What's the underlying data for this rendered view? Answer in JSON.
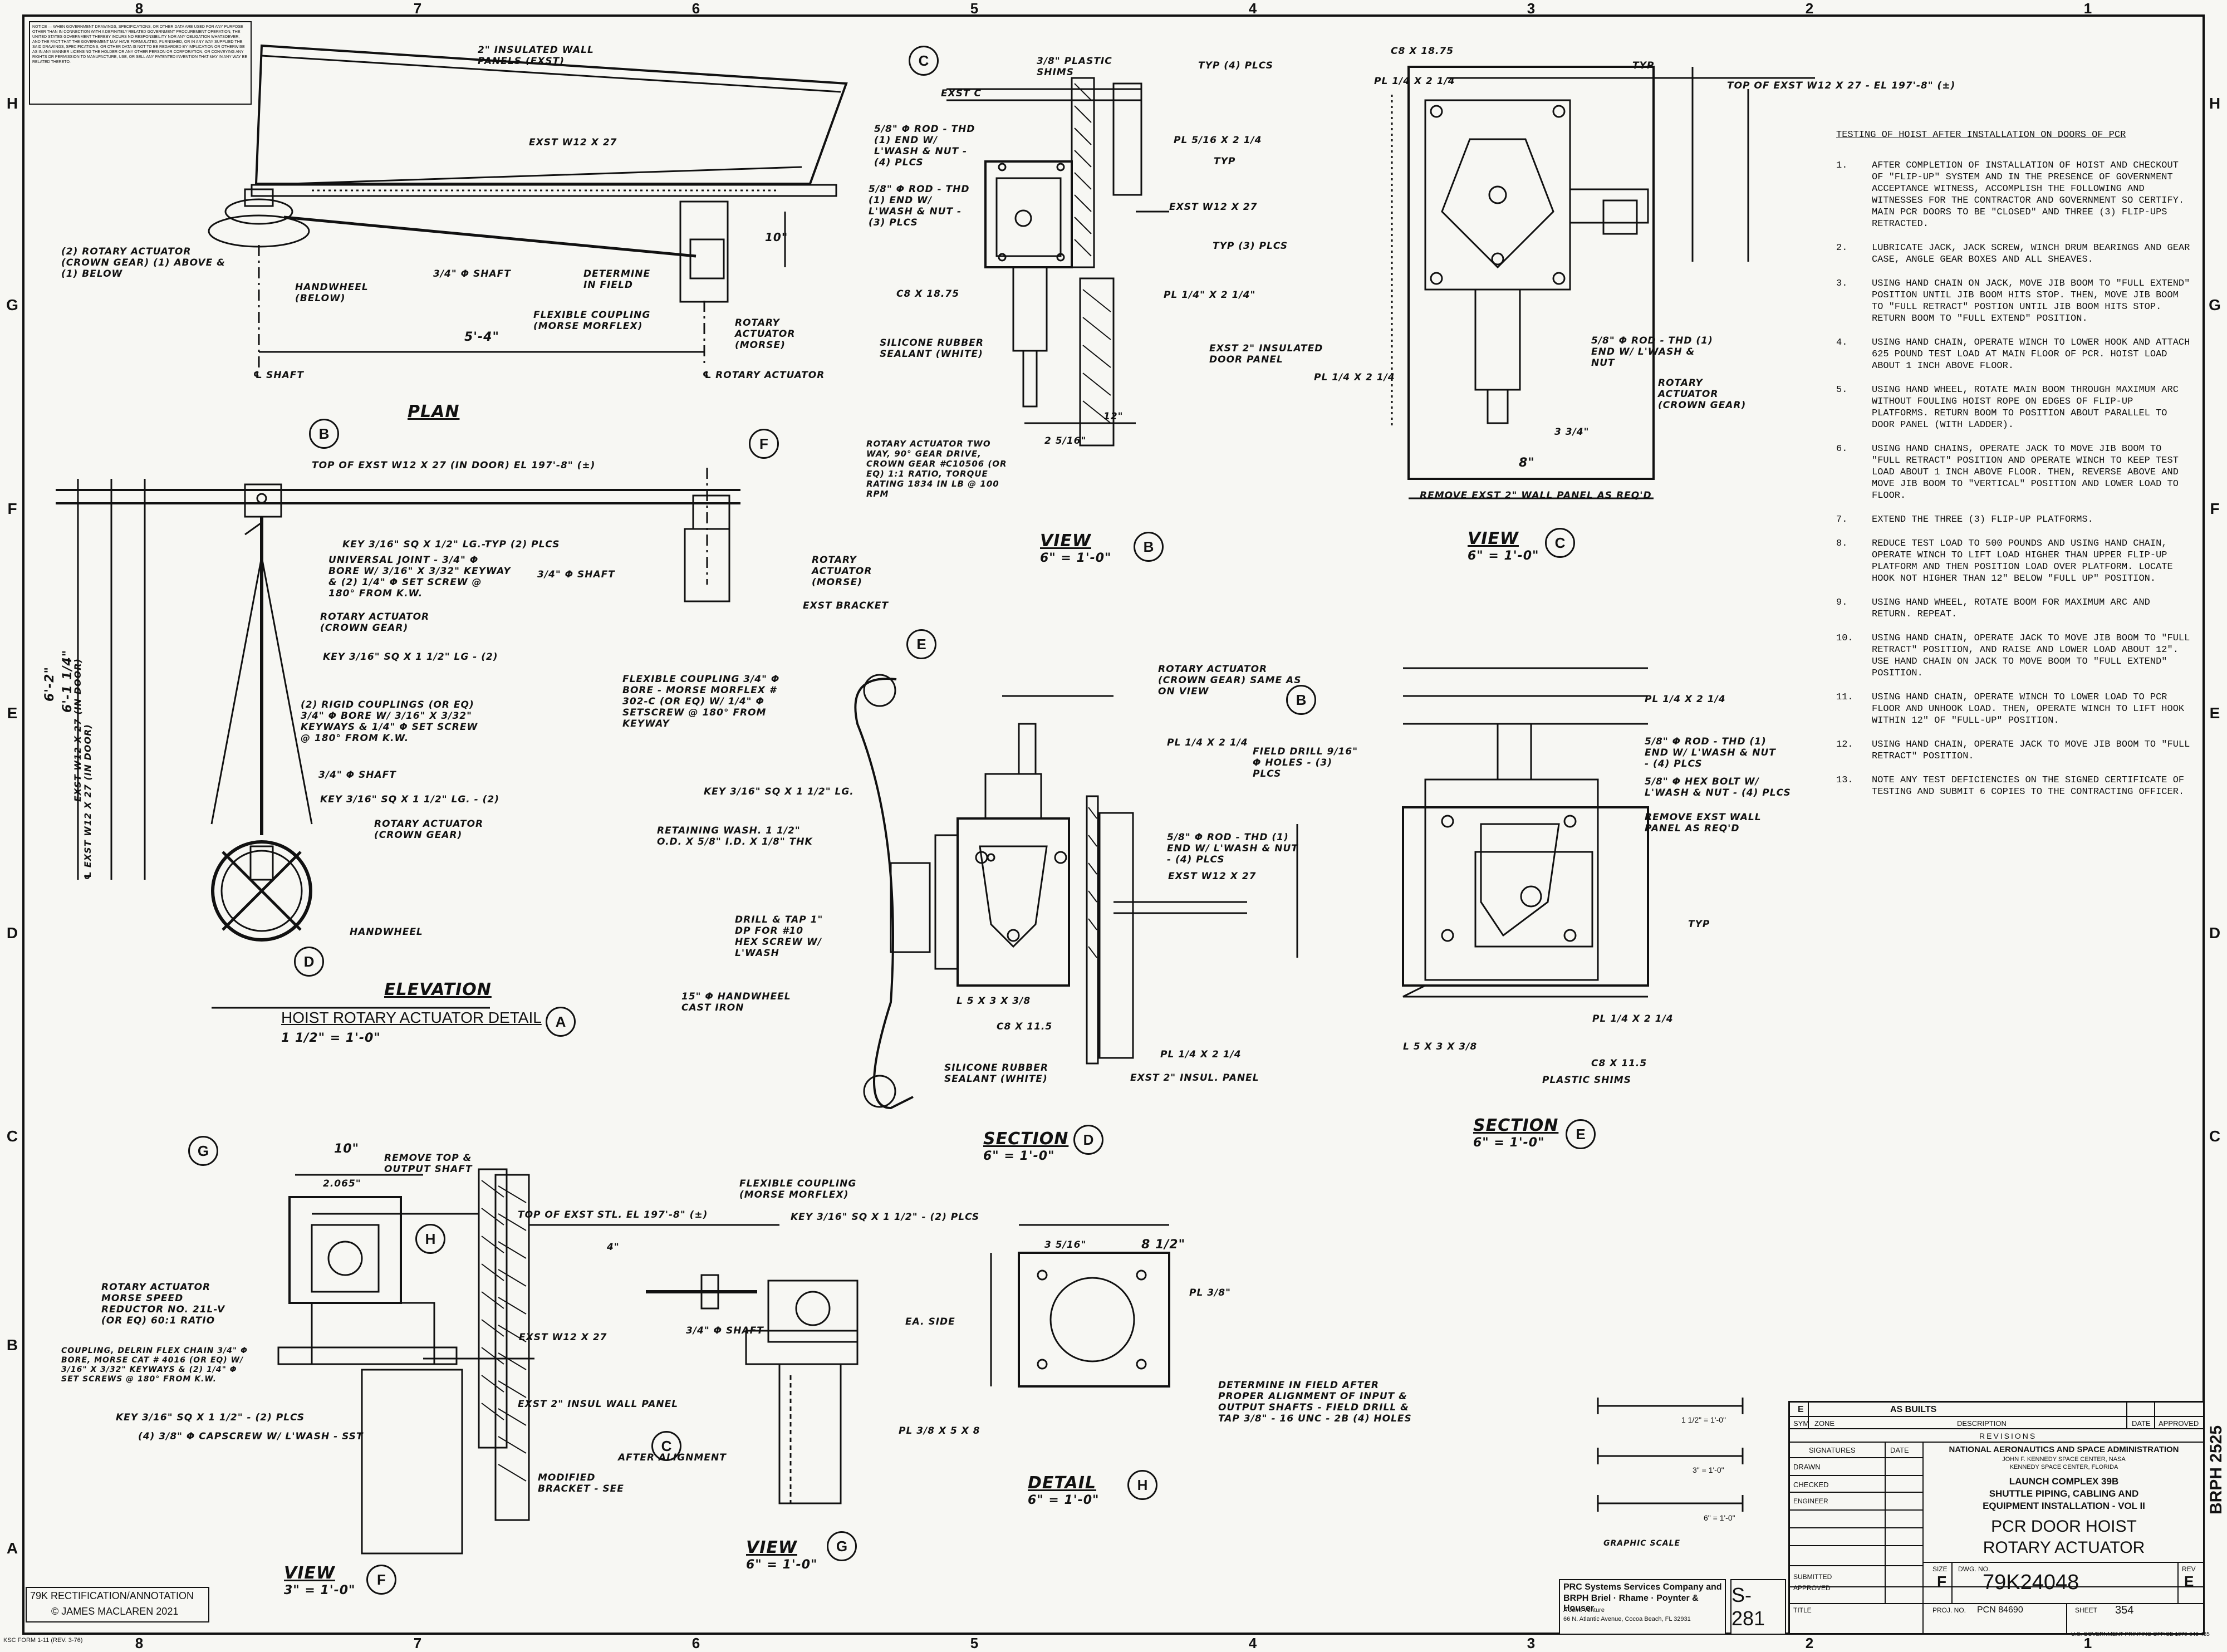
{
  "zones": {
    "columns": [
      "8",
      "7",
      "6",
      "5",
      "4",
      "3",
      "2",
      "1"
    ],
    "rows": [
      "H",
      "G",
      "F",
      "E",
      "D",
      "C",
      "B",
      "A"
    ]
  },
  "notice": "NOTICE — WHEN GOVERNMENT DRAWINGS, SPECIFICATIONS, OR OTHER DATA ARE USED FOR ANY PURPOSE OTHER THAN IN CONNECTION WITH A DEFINITELY RELATED GOVERNMENT PROCUREMENT OPERATION, THE UNITED STATES GOVERNMENT THEREBY INCURS NO RESPONSIBILITY NOR ANY OBLIGATION WHATSOEVER; AND THE FACT THAT THE GOVERNMENT MAY HAVE FORMULATED, FURNISHED, OR IN ANY WAY SUPPLIED THE SAID DRAWINGS, SPECIFICATIONS, OR OTHER DATA IS NOT TO BE REGARDED BY IMPLICATION OR OTHERWISE AS IN ANY MANNER LICENSING THE HOLDER OR ANY OTHER PERSON OR CORPORATION, OR CONVEYING ANY RIGHTS OR PERMISSION TO MANUFACTURE, USE, OR SELL ANY PATENTED INVENTION THAT MAY IN ANY WAY BE RELATED THERETO.",
  "labels": {
    "panels": "2\" INSULATED WALL PANELS (EXST)",
    "exst_w12": "EXST W12 x 27",
    "rotary_two": "(2) ROTARY ACTUATOR (CROWN GEAR) (1) ABOVE & (1) BELOW",
    "handwheel_below": "HANDWHEEL (BELOW)",
    "shaft": "3/4\" Φ SHAFT",
    "determine": "DETERMINE IN FIELD",
    "flex_morse": "FLEXIBLE COUPLING (MORSE MORFLEX)",
    "rotary_morse": "ROTARY ACTUATOR (MORSE)",
    "dim_54": "5'-4\"",
    "cl_shaft": "℄ SHAFT",
    "cl_rotary": "℄ ROTARY ACTUATOR",
    "dim_10": "10\"",
    "plan": "PLAN",
    "top_exst": "TOP OF EXST W12 x 27 (IN DOOR) EL 197'-8\" (±)",
    "key_typ": "KEY 3/16\" SQ x 1/2\" LG.-TYP (2) PLCS",
    "ujoint": "UNIVERSAL JOINT - 3/4\" Φ BORE W/ 3/16\" x 3/32\" KEYWAY & (2) 1/4\" Φ SET SCREW @ 180° FROM K.W.",
    "shaft2": "3/4\" Φ SHAFT",
    "rotary_crown": "ROTARY ACTUATOR (CROWN GEAR)",
    "key2": "KEY 3/16\" SQ x 1 1/2\" LG - (2)",
    "rigid": "(2) RIGID COUPLINGS (OR EQ) 3/4\" Φ BORE W/ 3/16\" x 3/32\" KEYWAYS & 1/4\" Φ SET SCREW @ 180° FROM K.W.",
    "shaft3": "3/4\" Φ SHAFT",
    "key3": "KEY 3/16\" SQ x 1 1/2\" LG. - (2)",
    "rotary_crown2": "ROTARY ACTUATOR (CROWN GEAR)",
    "handwheel": "HANDWHEEL",
    "dim_62": "6'-2\"",
    "dim_614": "6'-1 1/4\"",
    "exst_door": "EXST W12 x 27 (IN DOOR)",
    "exst_door2": "℄ EXST W12 x 27 (IN DOOR)",
    "rotary_two_way": "ROTARY ACTUATOR TWO WAY, 90° GEAR DRIVE, CROWN GEAR #C10506 (OR EQ) 1:1 RATIO, TORQUE RATING 1834 IN LB @ 100 RPM",
    "rotary_morse2": "ROTARY ACTUATOR (MORSE)",
    "exst_bracket": "EXST BRACKET",
    "flex_morse2": "FLEXIBLE COUPLING 3/4\" Φ BORE - MORSE MORFLEX # 302-C (OR EQ) W/ 1/4\" Φ SETSCREW @ 180° FROM KEYWAY",
    "elevation": "ELEVATION",
    "detail_title": "HOIST ROTARY ACTUATOR DETAIL",
    "detail_scale": "1 1/2\" = 1'-0\"",
    "exst_c": "EXST C",
    "plastic": "3/8\" PLASTIC SHIMS",
    "typ4": "TYP (4) PLCS",
    "rod4": "5/8\" Φ ROD - THD (1) END W/ L'WASH & NUT - (4) PLCS",
    "pl516": "PL 5/16 x 2 1/4",
    "typ": "TYP",
    "exst_w12_2": "EXST W12 x 27",
    "rod_2": "5/8\" Φ ROD - THD (1) END W/ L'WASH & NUT - (3) PLCS",
    "c8": "C8 x 18.75",
    "typ3": "TYP (3) PLCS",
    "pl14": "PL 1/4\" x 2 1/4\"",
    "silicone": "SILICONE RUBBER SEALANT (WHITE)",
    "exst_panel": "EXST 2\" INSULATED DOOR PANEL",
    "dim_12": "12\"",
    "dim_2516": "2 5/16\"",
    "view_b": "VIEW",
    "view_b_scale": "6\" = 1'-0\"",
    "c8_2": "C8 x 18.75",
    "pl14_2": "PL 1/4 x 2 1/4",
    "top_exst2": "TOP OF EXST W12 x 27 - EL 197'-8\" (±)",
    "typ2": "TYP",
    "rod_c": "5/8\" Φ ROD - THD (1) END W/ L'WASH & NUT",
    "rotary_crown3": "ROTARY ACTUATOR (CROWN GEAR)",
    "pl_c": "PL 1/4 x 2 1/4",
    "remove": "REMOVE EXST 2\" WALL PANEL AS REQ'D",
    "dim_8": "8\"",
    "dim_334": "3 3/4\"",
    "view_c": "VIEW",
    "view_c_scale": "6\" = 1'-0\"",
    "rotary_same": "ROTARY ACTUATOR (CROWN GEAR) SAME AS ON VIEW",
    "pl_d": "PL 1/4 x 2 1/4",
    "key_d": "KEY 3/16\" SQ x 1 1/2\" LG.",
    "retaining": "RETAINING WASH. 1 1/2\" O.D. x 5/8\" I.D. x 1/8\" THK",
    "drill": "DRILL & TAP 1\" DP FOR #10 HEX SCREW W/ L'WASH",
    "handwheel15": "15\" Φ HANDWHEEL CAST IRON",
    "l5": "L 5 x 3 x 3/8",
    "c8_115": "C8 x 11.5",
    "pl_d2": "PL 1/4 x 2 1/4",
    "silicone2": "SILICONE RUBBER SEALANT (WHITE)",
    "exst_panel2": "EXST 2\" INSUL. PANEL",
    "exst_d": "EXST W12 x 27",
    "field_drill": "FIELD DRILL 9/16\" Φ HOLES - (3) PLCS",
    "rod_d": "5/8\" Φ ROD - THD (1) END W/ L'WASH & NUT - (4) PLCS",
    "section_d": "SECTION",
    "section_d_scale": "6\" = 1'-0\"",
    "pl_e": "PL 1/4 x 2 1/4",
    "rod_e": "5/8\" Φ ROD - THD (1) END W/ L'WASH & NUT - (4) PLCS",
    "bolt_e": "5/8\" Φ HEX BOLT W/ L'WASH & NUT - (4) PLCS",
    "remove2": "REMOVE EXST WALL PANEL AS REQ'D",
    "typ_e": "TYP",
    "pl_e2": "PL 1/4 x 2 1/4",
    "l5_e": "L 5 x 3 x 3/8",
    "c8_e": "C8 x 11.5",
    "plastic_e": "PLASTIC SHIMS",
    "section_e": "SECTION",
    "section_e_scale": "6\" = 1'-0\"",
    "remove_top": "REMOVE TOP & OUTPUT SHAFT",
    "rotary_morse3": "ROTARY ACTUATOR MORSE SPEED REDUCTOR NO. 21L-V (OR EQ) 60:1 RATIO",
    "coupling_delrin": "COUPLING, DELRIN FLEX CHAIN 3/4\" Φ BORE, MORSE CAT # 4016 (OR EQ) W/ 3/16\" x 3/32\" KEYWAYS & (2) 1/4\" Φ SET SCREWS @ 180° FROM K.W.",
    "key_g": "KEY 3/16\" SQ x 1 1/2\" - (2) PLCS",
    "cap_g": "(4) 3/8\" Φ CAPSCREW W/ L'WASH - SST",
    "exst_g": "EXST W12 x 27",
    "exst_panel_g": "EXST 2\" INSUL WALL PANEL",
    "modified": "MODIFIED BRACKET - SEE",
    "view_f": "VIEW",
    "view_f_scale": "3\" = 1'-0\"",
    "top_exst3": "TOP OF EXST STL. EL 197'-8\" (±)",
    "flex_morse3": "FLEXIBLE COUPLING (MORSE MORFLEX)",
    "key_h": "KEY 3/16\" SQ x 1 1/2\" - (2) PLCS",
    "shaft_h": "3/4\" Φ SHAFT",
    "ea_side": "EA. SIDE",
    "pl_h": "PL 3/8 x 5 x 8",
    "after": "AFTER ALIGNMENT",
    "view_g": "VIEW",
    "view_g_scale": "6\" = 1'-0\"",
    "pl_h2": "PL 3/8\"",
    "determine2": "DETERMINE IN FIELD AFTER PROPER ALIGNMENT OF INPUT & OUTPUT SHAFTS - FIELD DRILL & TAP 3/8\" - 16 UNC - 2B (4) HOLES",
    "detail_h": "DETAIL",
    "detail_h_scale": "6\" = 1'-0\"",
    "dim_10b": "10\"",
    "dim_2065": "2.065\"",
    "dim_812": "8 1/2\"",
    "dim_3516": "3 5/16\"",
    "dim_4": "4\"",
    "graphic_scale": "GRAPHIC SCALE",
    "s_112": "1 1/2\" = 1'-0\"",
    "s_3": "3\" = 1'-0\"",
    "s_6": "6\" = 1'-0\""
  },
  "notes": {
    "title": "TESTING OF HOIST AFTER INSTALLATION ON DOORS OF PCR",
    "items": [
      {
        "n": "1.",
        "t": "AFTER COMPLETION OF INSTALLATION OF HOIST AND CHECKOUT OF \"FLIP-UP\" SYSTEM AND IN THE PRESENCE OF GOVERNMENT ACCEPTANCE WITNESS, ACCOMPLISH THE FOLLOWING AND WITNESSES FOR THE CONTRACTOR AND GOVERNMENT SO CERTIFY. MAIN PCR DOORS TO BE \"CLOSED\" AND THREE (3) FLIP-UPS RETRACTED."
      },
      {
        "n": "2.",
        "t": "LUBRICATE JACK, JACK SCREW, WINCH DRUM BEARINGS AND GEAR CASE, ANGLE GEAR BOXES AND ALL SHEAVES."
      },
      {
        "n": "3.",
        "t": "USING HAND CHAIN ON JACK, MOVE JIB BOOM TO \"FULL EXTEND\" POSITION UNTIL JIB BOOM HITS STOP. THEN, MOVE JIB BOOM TO \"FULL RETRACT\" POSTION UNTIL JIB BOOM HITS STOP. RETURN BOOM TO \"FULL EXTEND\" POSITION."
      },
      {
        "n": "4.",
        "t": "USING HAND CHAIN, OPERATE WINCH TO LOWER HOOK AND ATTACH 625 POUND TEST LOAD AT MAIN FLOOR OF PCR. HOIST LOAD ABOUT 1 INCH ABOVE FLOOR."
      },
      {
        "n": "5.",
        "t": "USING HAND WHEEL, ROTATE MAIN BOOM THROUGH MAXIMUM ARC WITHOUT FOULING HOIST ROPE ON EDGES OF FLIP-UP PLATFORMS. RETURN BOOM TO POSITION ABOUT PARALLEL TO DOOR PANEL (WITH LADDER)."
      },
      {
        "n": "6.",
        "t": "USING HAND CHAINS, OPERATE JACK TO MOVE JIB BOOM TO \"FULL RETRACT\" POSITION AND OPERATE WINCH TO KEEP TEST LOAD ABOUT 1 INCH ABOVE FLOOR. THEN, REVERSE ABOVE AND MOVE JIB BOOM TO \"VERTICAL\" POSITION AND LOWER LOAD TO FLOOR."
      },
      {
        "n": "7.",
        "t": "EXTEND THE THREE (3) FLIP-UP PLATFORMS."
      },
      {
        "n": "8.",
        "t": "REDUCE TEST LOAD TO 500 POUNDS AND USING HAND CHAIN, OPERATE WINCH TO LIFT LOAD HIGHER THAN UPPER FLIP-UP PLATFORM AND THEN POSITION LOAD OVER PLATFORM. LOCATE HOOK NOT HIGHER THAN 12\" BELOW \"FULL UP\" POSITION."
      },
      {
        "n": "9.",
        "t": "USING HAND WHEEL, ROTATE BOOM FOR MAXIMUM ARC AND RETURN. REPEAT."
      },
      {
        "n": "10.",
        "t": "USING HAND CHAIN, OPERATE JACK TO MOVE JIB BOOM TO \"FULL RETRACT\" POSITION, AND RAISE AND LOWER LOAD ABOUT 12\". USE HAND CHAIN ON JACK TO MOVE BOOM TO \"FULL EXTEND\" POSITION."
      },
      {
        "n": "11.",
        "t": "USING HAND CHAIN, OPERATE WINCH TO LOWER LOAD TO PCR FLOOR AND UNHOOK LOAD. THEN, OPERATE WINCH TO LIFT HOOK WITHIN 12\" OF \"FULL-UP\" POSITION."
      },
      {
        "n": "12.",
        "t": "USING HAND CHAIN, OPERATE JACK TO MOVE JIB BOOM TO \"FULL RETRACT\" POSITION."
      },
      {
        "n": "13.",
        "t": "NOTE ANY TEST DEFICIENCIES ON THE SIGNED CERTIFICATE OF TESTING AND SUBMIT 6 COPIES TO THE CONTRACTING OFFICER."
      }
    ]
  },
  "title_block": {
    "rev_letter": "E",
    "rev_desc": "AS BUILTS",
    "sym": "SYM",
    "zone": "ZONE",
    "description": "DESCRIPTION",
    "date": "DATE",
    "approved": "APPROVED",
    "revisions": "REVISIONS",
    "signatures": "SIGNATURES",
    "date2": "DATE",
    "drawn": "DRAWN",
    "checked": "CHECKED",
    "engineer": "ENGINEER",
    "submitted": "SUBMITTED",
    "approved2": "APPROVED",
    "agency": "NATIONAL AERONAUTICS AND SPACE ADMINISTRATION",
    "center": "JOHN F. KENNEDY SPACE CENTER, NASA",
    "center2": "KENNEDY SPACE CENTER, FLORIDA",
    "project1": "LAUNCH COMPLEX 39B",
    "project2": "SHUTTLE PIPING, CABLING AND",
    "project3": "EQUIPMENT INSTALLATION - VOL II",
    "title1": "PCR DOOR HOIST",
    "title2": "ROTARY ACTUATOR",
    "size_lbl": "SIZE",
    "size": "F",
    "dwg_lbl": "DWG. NO.",
    "dwg_no": "79K24048",
    "rev_lbl": "REV",
    "rev": "E",
    "proj_lbl": "PROJ. NO.",
    "proj_no": "PCN 84690",
    "sheet_lbl": "SHEET",
    "sheet": "354",
    "title_lbl": "TITLE",
    "sheet_code": "S-281",
    "contractor1": "PRC Systems Services Company and",
    "contractor2": "BRPH Briel · Rhame · Poynter & Houser",
    "contractor3": "A Joint Venture",
    "contractor4": "66 N. Atlantic Avenue, Cocoa Beach, FL 32931",
    "brph": "BRPH 2525"
  },
  "corner": {
    "line1": "79K RECTIFICATION/ANNOTATION",
    "line2": "© JAMES MACLAREN 2021"
  },
  "ksc_form": "KSC FORM 1-11 (REV. 3-76)",
  "gpo": "U.S. GOVERNMENT PRINTING OFFICE 1979-643-485"
}
